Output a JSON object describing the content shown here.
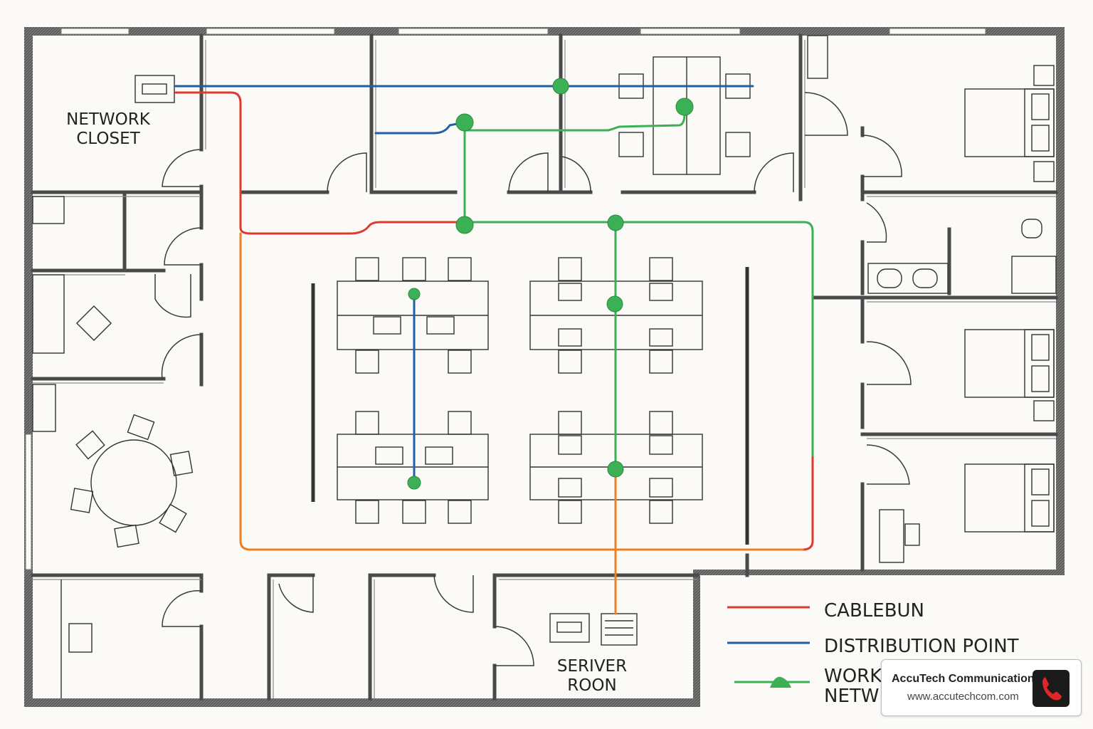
{
  "rooms": {
    "network_closet": [
      "NETWORK",
      "CLOSET"
    ],
    "server_room": [
      "SERIVER",
      "ROON"
    ]
  },
  "legend": {
    "items": [
      {
        "label": "CABLEBUN",
        "color": "#e03a2f",
        "type": "line"
      },
      {
        "label": "DISTRIBUTION POINT",
        "color": "#1f5fa8",
        "type": "line"
      },
      {
        "label": [
          "WORK",
          "NETW"
        ],
        "color": "#3bb054",
        "type": "line-with-node"
      }
    ]
  },
  "brand": {
    "name": "AccuTech Communication",
    "url": "www.accutechcom.com",
    "icon": "phone-icon"
  },
  "colors": {
    "red": "#e03a2f",
    "blue": "#1f5fa8",
    "green": "#3bb054",
    "orange": "#f07f22",
    "wall": "#4a4a4a"
  }
}
